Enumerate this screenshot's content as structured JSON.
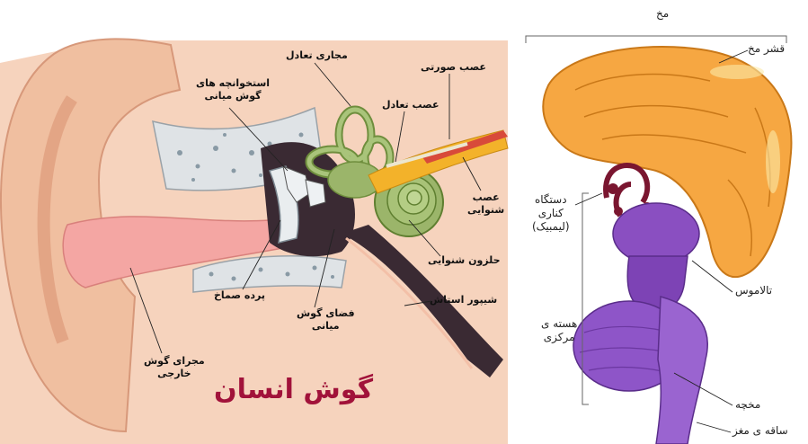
{
  "ear": {
    "title": "گوش انسان",
    "title_color": "#a1123a",
    "labels": {
      "vestibular_canal": "مجاری تعادل",
      "facial_nerve": "عصب صورتی",
      "ossicles": [
        "استخوانچه های",
        "گوش میانی"
      ],
      "vestibular_nerve": "عصب تعادل",
      "auditory_nerve": [
        "عصب",
        "شنوایی"
      ],
      "cochlea": "حلزون شنوایی",
      "eardrum": "پرده صماخ",
      "eustachian_tube": "شیپور استاش",
      "middle_ear_space": [
        "فضای گوش",
        "میانی"
      ],
      "ear_canal": [
        "مجرای گوش",
        "خارجی"
      ]
    }
  },
  "brain": {
    "labels": {
      "brain": "مخ",
      "cortex": "قشر مخ",
      "limbic": [
        "دستگاه",
        "کناری",
        "(لیمبیک)"
      ],
      "thalamus": "تالاموس",
      "central_nuclei": [
        "هسته ی",
        "مرکزی"
      ],
      "cerebellum": "مخچه",
      "brainstem": "ساقه ی مغز"
    }
  },
  "colors": {
    "skin": "#f2c4a7",
    "skin_dark": "#e8a88a",
    "bone": "#d8dde0",
    "canal": "#f4a6a3",
    "cochlea_green": "#9bb56a",
    "nerve_yellow": "#f3b22a",
    "cortex_orange": "#f6a742",
    "limbic_maroon": "#7a1630",
    "stem_purple": "#8a4fc1"
  }
}
